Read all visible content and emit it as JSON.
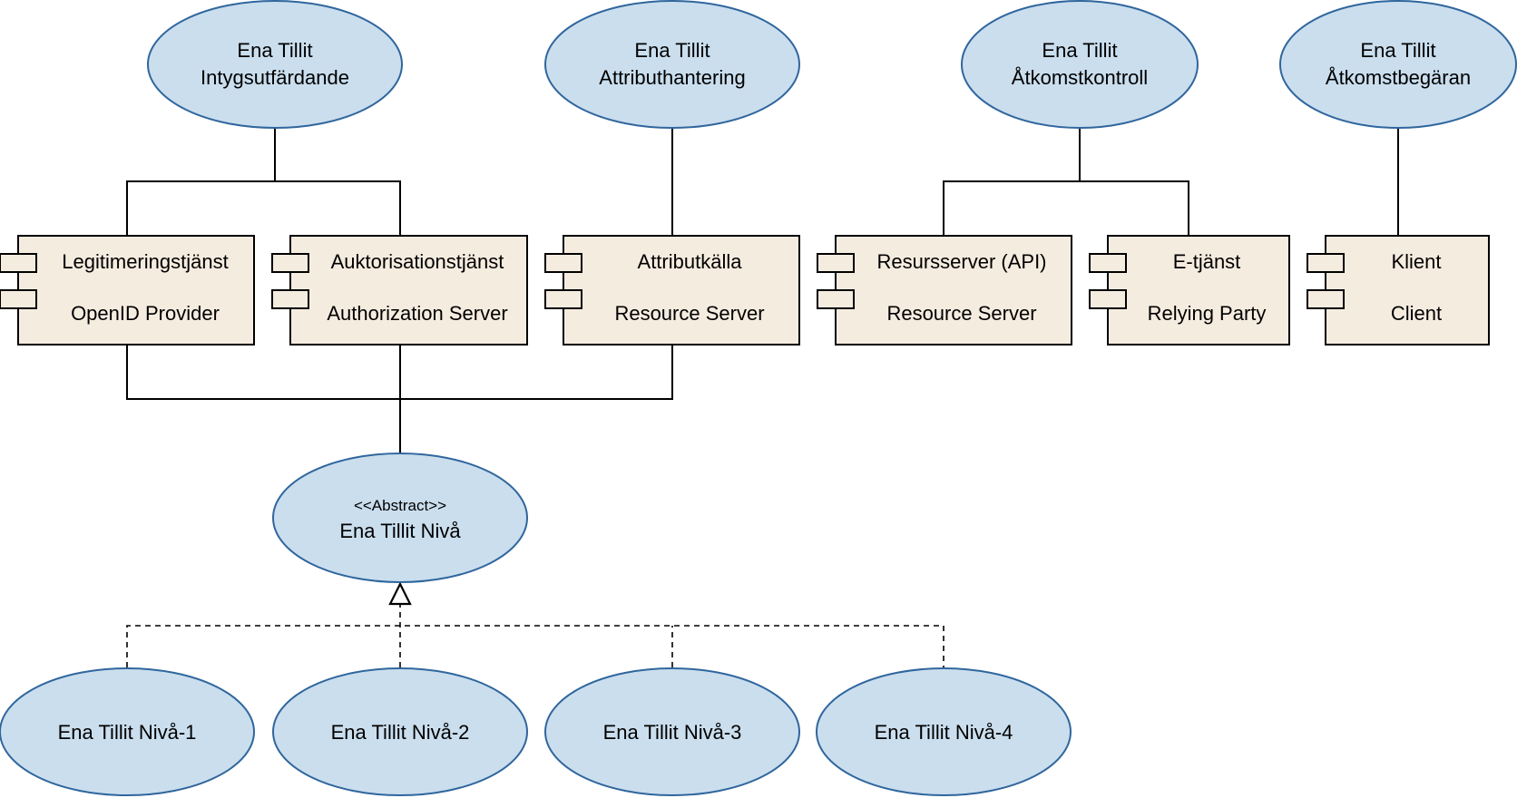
{
  "colors": {
    "ellipse_fill": "#cadeee",
    "ellipse_stroke": "#30669d",
    "component_fill": "#f5ece0",
    "line": "#000000"
  },
  "profiles": {
    "intygsutfardande": {
      "line1": "Ena Tillit",
      "line2": "Intygsutfärdande"
    },
    "attributhantering": {
      "line1": "Ena Tillit",
      "line2": "Attributhantering"
    },
    "atkomstkontroll": {
      "line1": "Ena Tillit",
      "line2": "Åtkomstkontroll"
    },
    "atkomstbegaran": {
      "line1": "Ena Tillit",
      "line2": "Åtkomstbegäran"
    }
  },
  "components": {
    "legitimering": {
      "name": "Legitimeringstjänst",
      "role": "OpenID Provider"
    },
    "auktorisation": {
      "name": "Auktorisationstjänst",
      "role": "Authorization Server"
    },
    "attributkalla": {
      "name": "Attributkälla",
      "role": "Resource Server"
    },
    "resursserver": {
      "name": "Resursserver (API)",
      "role": "Resource Server"
    },
    "etjanst": {
      "name": "E-tjänst",
      "role": "Relying Party"
    },
    "klient": {
      "name": "Klient",
      "role": "Client"
    }
  },
  "abstract_level": {
    "stereotype": "<<Abstract>>",
    "name": "Ena Tillit Nivå"
  },
  "levels": {
    "level1": "Ena Tillit Nivå-1",
    "level2": "Ena Tillit Nivå-2",
    "level3": "Ena Tillit Nivå-3",
    "level4": "Ena Tillit Nivå-4"
  }
}
